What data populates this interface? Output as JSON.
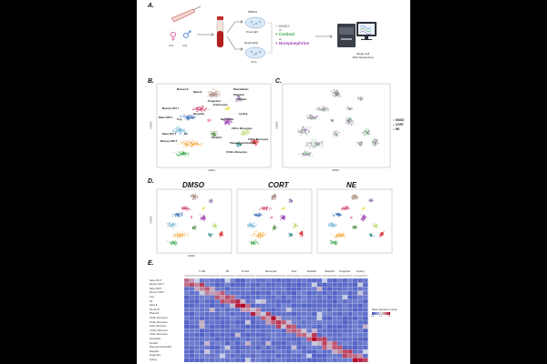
{
  "panels": {
    "A": "A.",
    "B": "B.",
    "C": "C.",
    "D": "D.",
    "E": "E."
  },
  "panelA": {
    "donors_female": "n=4",
    "donors_male": "n=4",
    "pbmcs": "PBMCs",
    "overnight": "Overnight",
    "neutrophils": "Neutrophils",
    "four_hrs": "4 hrs",
    "or": "or",
    "dmso": "+ DMSO",
    "cortisol": "+ Cortisol",
    "norepinephrine": "+ Norepinephrine",
    "seq_line1": "Single Cell",
    "seq_line2": "RNA Sequencing",
    "colors": {
      "dmso": "#5a5a5a",
      "cortisol": "#2e9e3e",
      "norepinephrine": "#9b3fb3"
    }
  },
  "panelB": {
    "xaxis": "UMAP1",
    "yaxis": "UMAP2",
    "clusters": [
      "Memory B",
      "Plasmablasts",
      "Naive B",
      "Plasma B",
      "Platelets",
      "Memory CD4 T",
      "Progenitors",
      "Erythrocytes",
      "Naive CD8 T",
      "Basophils",
      "Treg",
      "Neutrophils",
      "CD14+ Monocytes",
      "Naive CD4 T",
      "NK",
      "Dendritic",
      "Memory CD8 T",
      "Plasmacytoid Dendritic",
      "VCAN+ Monocytes",
      "CD16+ Monocytes",
      "Cycling"
    ]
  },
  "panelC": {
    "xaxis": "UMAP1",
    "yaxis": "UMAP2",
    "legend": [
      "DMSO",
      "CORT",
      "NE"
    ]
  },
  "panelD": {
    "titles": [
      "DMSO",
      "CORT",
      "NE"
    ],
    "xaxis": "UMAP1",
    "yaxis": "UMAP2"
  },
  "panelE": {
    "groups": [
      "T cells",
      "NK",
      "B cells",
      "Monocytes",
      "Neut",
      "Dendritic",
      "Basophil",
      "Progenitor",
      "Cycling"
    ],
    "rows": [
      "Naive CD4 T",
      "Memory CD4 T",
      "Naive CD8 T",
      "Memory CD8 T",
      "Treg",
      "NK",
      "Naive B",
      "Memory B",
      "Plasma B",
      "CD14+ Monocytes",
      "CD16+ Monocytes",
      "IL1B+ Monocytes",
      "VCAN+ Monocytes",
      "CD14+ Monocytes",
      "Neutrophils",
      "Dendritic",
      "Plasmacytoid Dendritic",
      "Basophils",
      "Progenitors",
      "Cycling"
    ],
    "colorbar_title": "Mean expression in group",
    "colorbar_ticks": [
      "0.0",
      "1.0",
      "2.0"
    ]
  }
}
